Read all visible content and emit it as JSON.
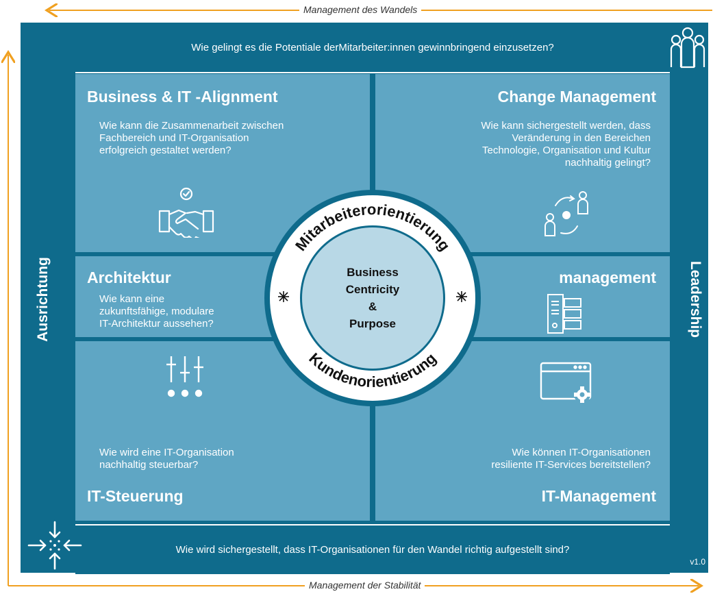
{
  "top_arrow_label": "Management des Wandels",
  "bottom_arrow_label": "Management der Stabilität",
  "left_band_label": "Ausrichtung",
  "right_band_label": "Leadership",
  "top_question": "Wie gelingt es die Potentiale derMitarbeiter:innen gewinnbringend einzusetzen?",
  "bottom_question": "Wie wird sichergestellt, dass IT-Organisationen für den Wandel richtig aufgestellt sind?",
  "version": "v1.0",
  "quadrants": {
    "business_it": {
      "title": "Business & IT -Alignment",
      "question": [
        "Wie kann die Zusammenarbeit zwischen",
        "Fachbereich und IT-Organisation",
        "erfolgreich gestaltet werden?"
      ]
    },
    "change": {
      "title": "Change Management",
      "question": [
        "Wie kann sichergestellt werden, dass",
        "Veränderung in den Bereichen",
        "Technologie, Organisation und Kultur",
        "nachhaltig gelingt?"
      ]
    },
    "architektur": {
      "title": "Architektur",
      "question": [
        "Wie kann eine",
        "zukunftsfähige, modulare",
        "IT-Architektur aussehen?"
      ]
    },
    "management": {
      "title": "management"
    },
    "steuerung": {
      "title": "IT-Steuerung",
      "question": [
        "Wie wird eine IT-Organisation",
        "nachhaltig steuerbar?"
      ]
    },
    "it_management": {
      "title": "IT-Management",
      "question": [
        "Wie können IT-Organisationen",
        "resiliente IT-Services bereitstellen?"
      ]
    }
  },
  "center": {
    "lines": [
      "Business",
      "Centricity",
      "&",
      "Purpose"
    ],
    "ring_top": "Mitarbeiterorientierung",
    "ring_bottom": "Kundenorientierung"
  },
  "icons": [
    "people-icon",
    "handshake-icon",
    "change-people-icon",
    "server-code-icon",
    "sliders-icon",
    "window-gear-icon",
    "converge-arrows-icon",
    "asterisk-icon"
  ],
  "colors": {
    "dark": "#0f6b8c",
    "light": "#5fa6c4",
    "center": "#b8d8e6",
    "arrow": "#f0a020"
  }
}
